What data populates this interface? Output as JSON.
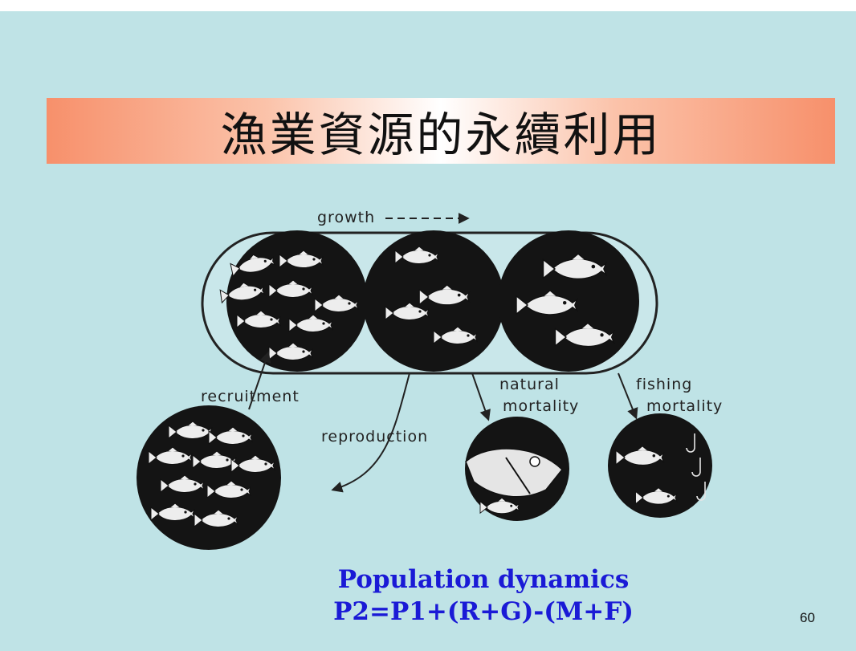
{
  "slide": {
    "title": "漁業資源的永續利用",
    "page_number": "60"
  },
  "diagram": {
    "labels": {
      "growth": "growth",
      "recruitment": "recruitment",
      "reproduction": "reproduction",
      "natural_line1": "natural",
      "natural_line2": "mortality",
      "fishing_line1": "fishing",
      "fishing_line2": "mortality"
    }
  },
  "caption": {
    "line1": "Population dynamics",
    "line2": "P2=P1+(R+G)-(M+F)"
  },
  "colors": {
    "background": "#bfe3e6",
    "title_gradient_edge": "#f7906b",
    "caption": "#1a1ad6",
    "circle_fill": "#141414"
  }
}
